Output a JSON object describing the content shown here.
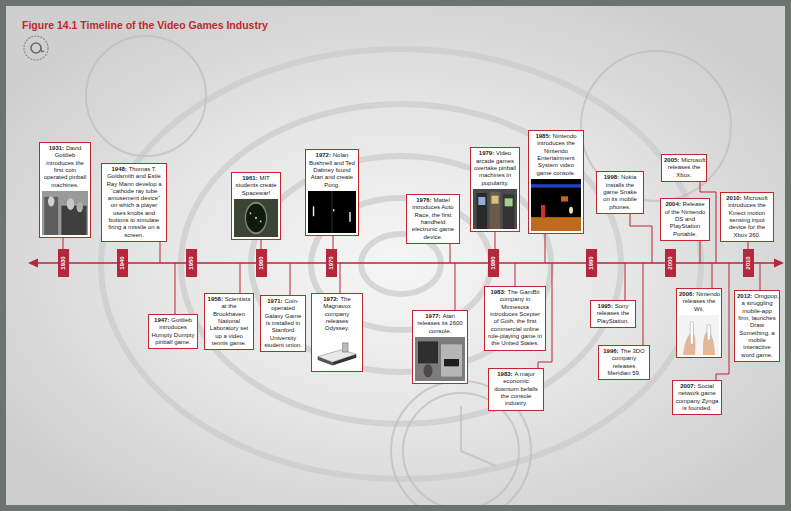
{
  "diagram": {
    "title": "Figure 14.1 Timeline of the Video Games Industry",
    "nodes": [
      {
        "text": [
          "1931:",
          "David Gottlieb introduces the first coin operated pinball machines."
        ]
      },
      {
        "text": [
          "1947:",
          "Gottlieb introduces Humpty Dumpty pinball game."
        ]
      },
      {
        "text": [
          "1948:",
          "Thomas T. Goldsmith and Estle Ray Mann develop a “cathode ray tube amusement device” on which a player uses knobs and buttons to simulate firing a missile on a screen."
        ]
      },
      {
        "text": [
          "1958:",
          "Scientists at the Brookhaven National Laboratory set up a video tennis game."
        ]
      },
      {
        "text": [
          "1961:",
          "MIT students create Spacewar!"
        ]
      },
      {
        "text": [
          "1971:",
          "Coin-operated Galaxy Game is installed in Stanford University student union."
        ]
      },
      {
        "text": [
          "1972:",
          "Nolan Bushnell and Ted Dabney found Atari and create Pong."
        ]
      },
      {
        "text": [
          "1972:",
          "The Magnavox company releases Odyssey."
        ]
      },
      {
        "text": [
          "1976:",
          "Mattel introduces Auto Race, the first handheld electronic game device."
        ]
      },
      {
        "text": [
          "1977:",
          "Atari releases its 2600 console."
        ]
      },
      {
        "text": [
          "1979:",
          "Video arcade games overtake pinball machines in popularity."
        ]
      },
      {
        "text": [
          "1983:",
          "The GamBit company in Minnesota introduces Scepter of Goth, the first commercial online role-playing game in the United States."
        ]
      },
      {
        "text": [
          "1983:",
          "A major economic downturn befalls the console industry."
        ]
      },
      {
        "text": [
          "1985:",
          "Nintendo introduces the Nintendo Entertainment System video game console."
        ]
      },
      {
        "text": [
          "1995:",
          "Sony releases the PlayStation."
        ]
      },
      {
        "text": [
          "1996:",
          "The 3DO company releases Meridian 59."
        ]
      },
      {
        "text": [
          "1998:",
          "Nokia installs the game Snake on its mobile phones."
        ]
      },
      {
        "text": [
          "2004:",
          "Release of the Nintendo DS and PlayStation Portable."
        ]
      },
      {
        "text": [
          "2005:",
          "Microsoft releases the Xbox."
        ]
      },
      {
        "text": [
          "2006:",
          "Nintendo releases the Wii."
        ]
      },
      {
        "text": [
          "2007:",
          "Social network game company Zynga is founded."
        ]
      },
      {
        "text": [
          "2010:",
          "Microsoft introduces the Kinect motion sensing input device for the Xbox 360."
        ]
      },
      {
        "text": [
          "2012:",
          "Omgpop, a struggling mobile-app firm, launches Draw Something, a mobile interactive word game."
        ]
      },
      {
        "text": [
          "1930"
        ]
      },
      {
        "text": [
          "1940"
        ]
      },
      {
        "text": [
          "1950"
        ]
      },
      {
        "text": [
          "1960"
        ]
      },
      {
        "text": [
          "1970"
        ]
      },
      {
        "text": [
          "1980"
        ]
      },
      {
        "text": [
          "1990"
        ]
      },
      {
        "text": [
          "2000"
        ]
      },
      {
        "text": [
          "2010"
        ]
      }
    ]
  }
}
